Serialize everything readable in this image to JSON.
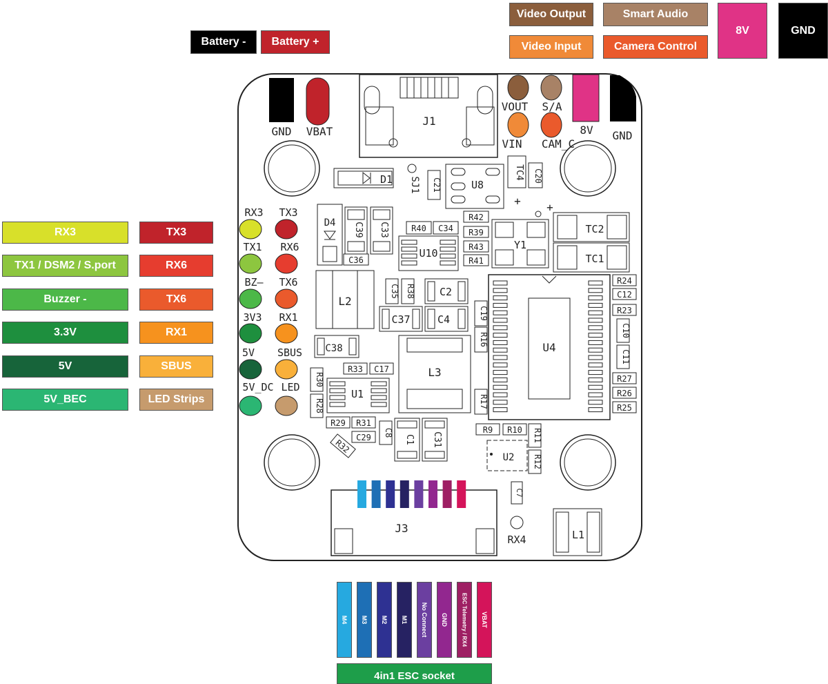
{
  "colors": {
    "battery_minus": "#000000",
    "battery_plus": "#c0232b",
    "video_output": "#8b5e3c",
    "smart_audio": "#a88266",
    "video_input": "#f08a38",
    "camera_control": "#ea5a2c",
    "v8": "#e03386",
    "gnd": "#000000",
    "rx3": "#d8e02a",
    "tx3": "#c0232b",
    "tx1": "#8dc63f",
    "rx6": "#e63d2f",
    "buzzer": "#4cb848",
    "tx6": "#ea5a2c",
    "v33": "#1e8f3e",
    "rx1": "#f6921e",
    "v5": "#17643a",
    "sbus": "#f9b03a",
    "v5bec": "#2bb673",
    "led": "#c69b6d",
    "m4": "#26a9e0",
    "m3": "#1e6fb5",
    "m2": "#2e3192",
    "m1": "#262262",
    "noconnect": "#6b3fa0",
    "escgnd": "#92278f",
    "telemetry": "#9e1f63",
    "vbat": "#d4145a",
    "esc_socket": "#1e9e4a"
  },
  "top_labels": {
    "battery_minus": "Battery -",
    "battery_plus": "Battery +",
    "video_output": "Video Output",
    "smart_audio": "Smart Audio",
    "video_input": "Video Input",
    "camera_control": "Camera Control",
    "v8": "8V",
    "gnd": "GND"
  },
  "side_labels": {
    "rx3": "RX3",
    "tx3": "TX3",
    "tx1": "TX1 / DSM2 / S.port",
    "rx6": "RX6",
    "buzzer": "Buzzer -",
    "tx6": "TX6",
    "v33": "3.3V",
    "rx1": "RX1",
    "v5": "5V",
    "sbus": "SBUS",
    "v5bec": "5V_BEC",
    "led": "LED Strips"
  },
  "esc_labels": {
    "m4": "M4",
    "m3": "M3",
    "m2": "M2",
    "m1": "M1",
    "noconnect": "No Connect",
    "gnd": "GND",
    "telemetry": "ESC Telemetry / RX4",
    "vbat": "VBAT",
    "socket": "4in1 ESC socket"
  },
  "silkscreen": {
    "gnd_left": "GND",
    "vbat": "VBAT",
    "j1": "J1",
    "vout": "VOUT",
    "sa": "S/A",
    "v8": "8V",
    "vin": "VIN",
    "cam_c": "CAM_C",
    "gnd_right": "GND",
    "rx3": "RX3",
    "tx3": "TX3",
    "tx1": "TX1",
    "rx6": "RX6",
    "bz": "BZ—",
    "tx6": "TX6",
    "v33": "3V3",
    "rx1": "RX1",
    "v5": "5V",
    "sbus": "SBUS",
    "v5dc": "5V_DC",
    "led": "LED",
    "rx4": "RX4",
    "plus": "+"
  },
  "components": {
    "d1": "D1",
    "sj1": "SJ1",
    "c21": "C21",
    "u8": "U8",
    "tc4": "TC4",
    "c20": "C20",
    "d4": "D4",
    "c39": "C39",
    "c33": "C33",
    "r40": "R40",
    "c34": "C34",
    "r42": "R42",
    "r39": "R39",
    "r43": "R43",
    "r41": "R41",
    "u10": "U10",
    "c36": "C36",
    "y1": "Y1",
    "tc2": "TC2",
    "tc1": "TC1",
    "l2": "L2",
    "c35": "C35",
    "r38": "R38",
    "c2": "C2",
    "c37": "C37",
    "c4": "C4",
    "c19": "C19",
    "r16": "R16",
    "c38": "C38",
    "r33": "R33",
    "c17": "C17",
    "l3": "L3",
    "r30": "R30",
    "r28": "R28",
    "u1": "U1",
    "r29": "R29",
    "r31": "R31",
    "c29": "C29",
    "r32": "R32",
    "c8": "C8",
    "c1": "C1",
    "c31": "C31",
    "r17": "R17",
    "u4": "U4",
    "r24": "R24",
    "c12": "C12",
    "r23": "R23",
    "c10": "C10",
    "c11": "C11",
    "r27": "R27",
    "r26": "R26",
    "r25": "R25",
    "r9": "R9",
    "r10": "R10",
    "r11": "R11",
    "u2": "U2",
    "r12": "R12",
    "c7": "C7",
    "j3": "J3",
    "l1": "L1"
  }
}
